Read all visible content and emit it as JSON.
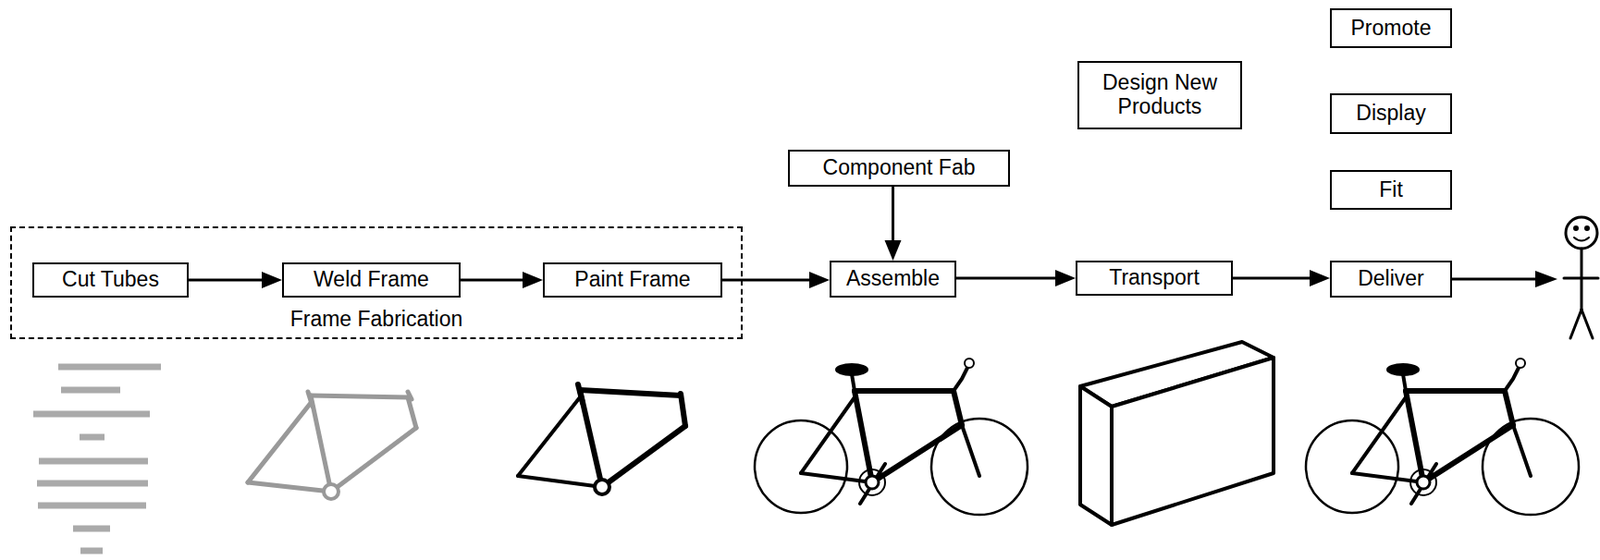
{
  "diagram": {
    "nodes": [
      {
        "text": [
          "Frame Fabrication"
        ]
      },
      {
        "text": [
          "Cut Tubes"
        ],
        "in": 0
      },
      {
        "text": [
          "Weld Frame"
        ],
        "in": 0
      },
      {
        "text": [
          "Paint Frame"
        ],
        "in": 0
      },
      {
        "text": [
          "Component Fab"
        ]
      },
      {
        "text": [
          "Assemble"
        ]
      },
      {
        "text": [
          "Design New Products"
        ]
      },
      {
        "text": [
          "Transport"
        ]
      },
      {
        "text": [
          "Promote"
        ]
      },
      {
        "text": [
          "Display"
        ]
      },
      {
        "text": [
          "Fit"
        ]
      },
      {
        "text": [
          "Deliver"
        ]
      }
    ],
    "edges": [
      {
        "from": 1,
        "to": 2,
        "arrow": "to"
      },
      {
        "from": 2,
        "to": 3,
        "arrow": "to"
      },
      {
        "from": 3,
        "to": 5,
        "arrow": "to"
      },
      {
        "from": 4,
        "to": 5,
        "arrow": "to"
      },
      {
        "from": 5,
        "to": 7,
        "arrow": "to"
      },
      {
        "from": 7,
        "to": 11,
        "arrow": "to"
      }
    ]
  }
}
